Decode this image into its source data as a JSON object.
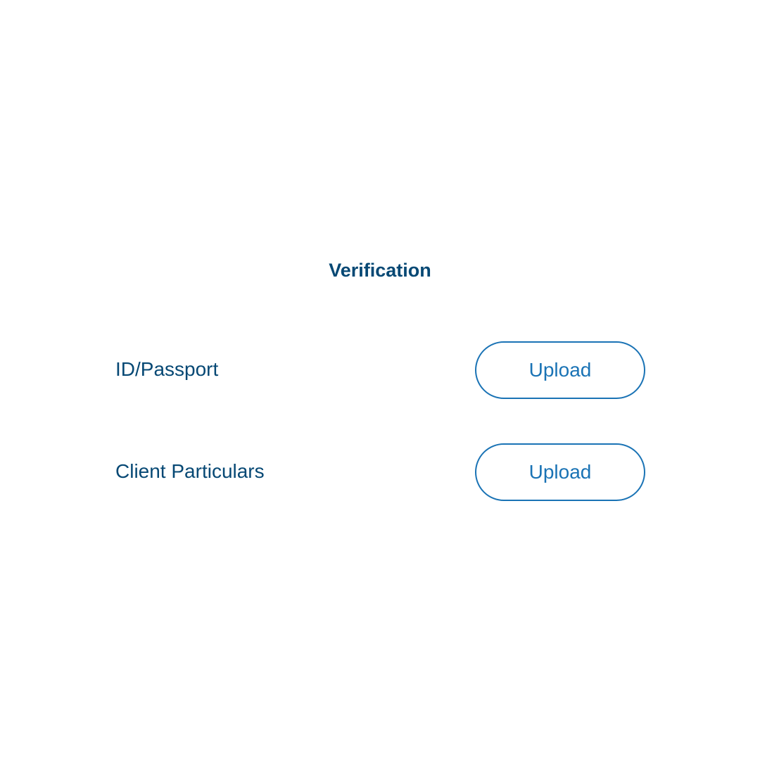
{
  "title": "Verification",
  "rows": [
    {
      "label": "ID/Passport",
      "button_label": "Upload"
    },
    {
      "label": "Client Particulars",
      "button_label": "Upload"
    }
  ],
  "colors": {
    "text": "#064874",
    "accent": "#1a73b5",
    "background": "#ffffff"
  }
}
